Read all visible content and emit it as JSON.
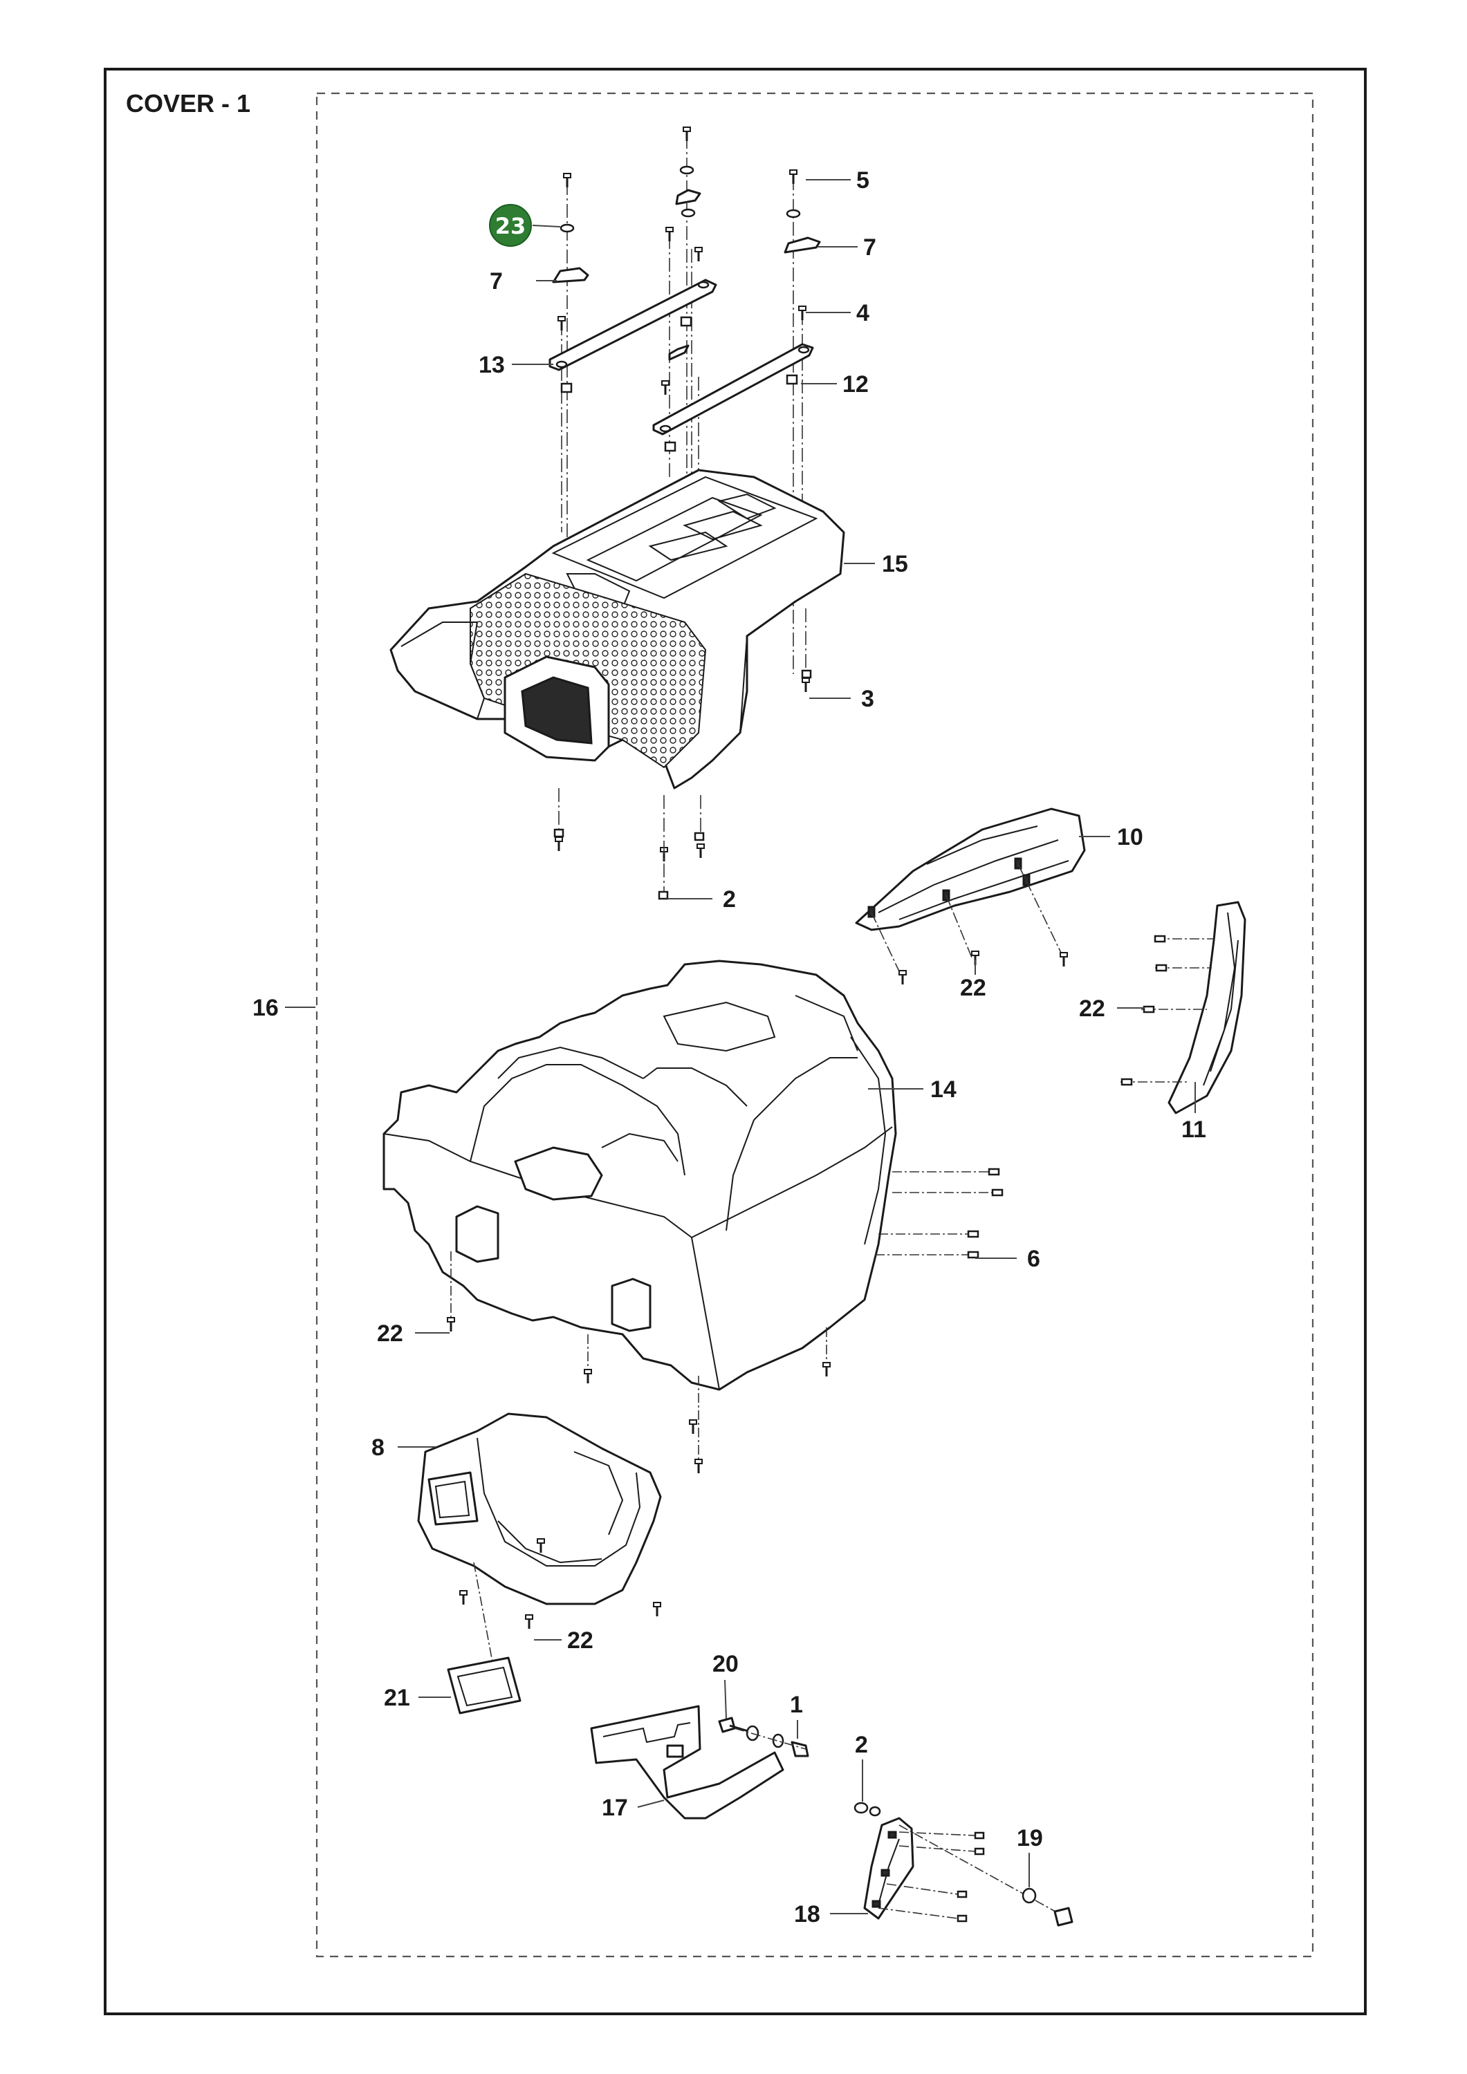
{
  "diagram": {
    "title": "COVER - 1",
    "highlight": {
      "label": "23",
      "color": "#2e7d32"
    },
    "callouts": {
      "c1": "1",
      "c2a": "2",
      "c2b": "2",
      "c3": "3",
      "c4": "4",
      "c5": "5",
      "c6": "6",
      "c7a": "7",
      "c7b": "7",
      "c8": "8",
      "c10": "10",
      "c11": "11",
      "c12": "12",
      "c13": "13",
      "c14": "14",
      "c15": "15",
      "c16": "16",
      "c17": "17",
      "c18": "18",
      "c19": "19",
      "c20": "20",
      "c21": "21",
      "c22a": "22",
      "c22b": "22",
      "c22c": "22",
      "c22d": "22"
    },
    "colors": {
      "frame": "#1a1a1a",
      "dashed_group": "#555555",
      "badge": "#2e7d32"
    }
  }
}
